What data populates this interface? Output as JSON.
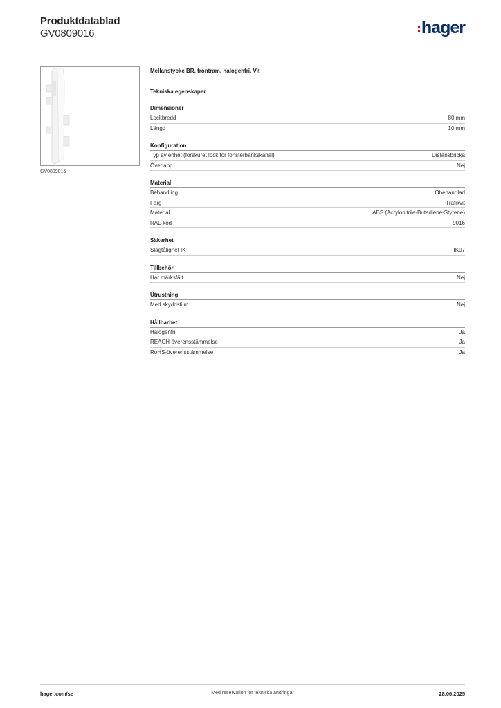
{
  "header": {
    "title": "Produktdatablad",
    "product_id": "GV0809016",
    "logo_text": "hager",
    "brand_color": "#0a2d6e",
    "accent_color": "#e3001b"
  },
  "image": {
    "caption": "GV0809016"
  },
  "content": {
    "product_name": "Mellanstycke BR, frontram, halogenfri, Vit",
    "section_title": "Tekniska egenskaper",
    "groups": [
      {
        "title": "Dimensioner",
        "rows": [
          {
            "key": "Lockbredd",
            "value": "80 mm"
          },
          {
            "key": "Längd",
            "value": "10 mm"
          }
        ]
      },
      {
        "title": "Konfiguration",
        "rows": [
          {
            "key": "Typ av enhet (förskuret lock för fönsterbänkskanal)",
            "value": "Distansbricka"
          },
          {
            "key": "Överlapp",
            "value": "Nej"
          }
        ]
      },
      {
        "title": "Material",
        "rows": [
          {
            "key": "Behandling",
            "value": "Obehandlad"
          },
          {
            "key": "Färg",
            "value": "Trafikvit"
          },
          {
            "key": "Material",
            "value": "ABS (Acrylonitrile-Butadiene-Styrene)"
          },
          {
            "key": "RAL-kod",
            "value": "9016"
          }
        ]
      },
      {
        "title": "Säkerhet",
        "rows": [
          {
            "key": "Slagtålighet IK",
            "value": "IK07"
          }
        ]
      },
      {
        "title": "Tillbehör",
        "rows": [
          {
            "key": "Har märksfält",
            "value": "Nej"
          }
        ]
      },
      {
        "title": "Utrustning",
        "rows": [
          {
            "key": "Med skyddsfilm",
            "value": "Nej"
          }
        ]
      },
      {
        "title": "Hållbarhet",
        "rows": [
          {
            "key": "Halogenfri",
            "value": "Ja"
          },
          {
            "key": "REACH-överensstämmelse",
            "value": "Ja"
          },
          {
            "key": "RoHS-överensstämmelse",
            "value": "Ja"
          }
        ]
      }
    ]
  },
  "footer": {
    "website": "hager.com/se",
    "disclaimer": "Med reservation för tekniska ändringar",
    "date": "28.06.2025"
  }
}
